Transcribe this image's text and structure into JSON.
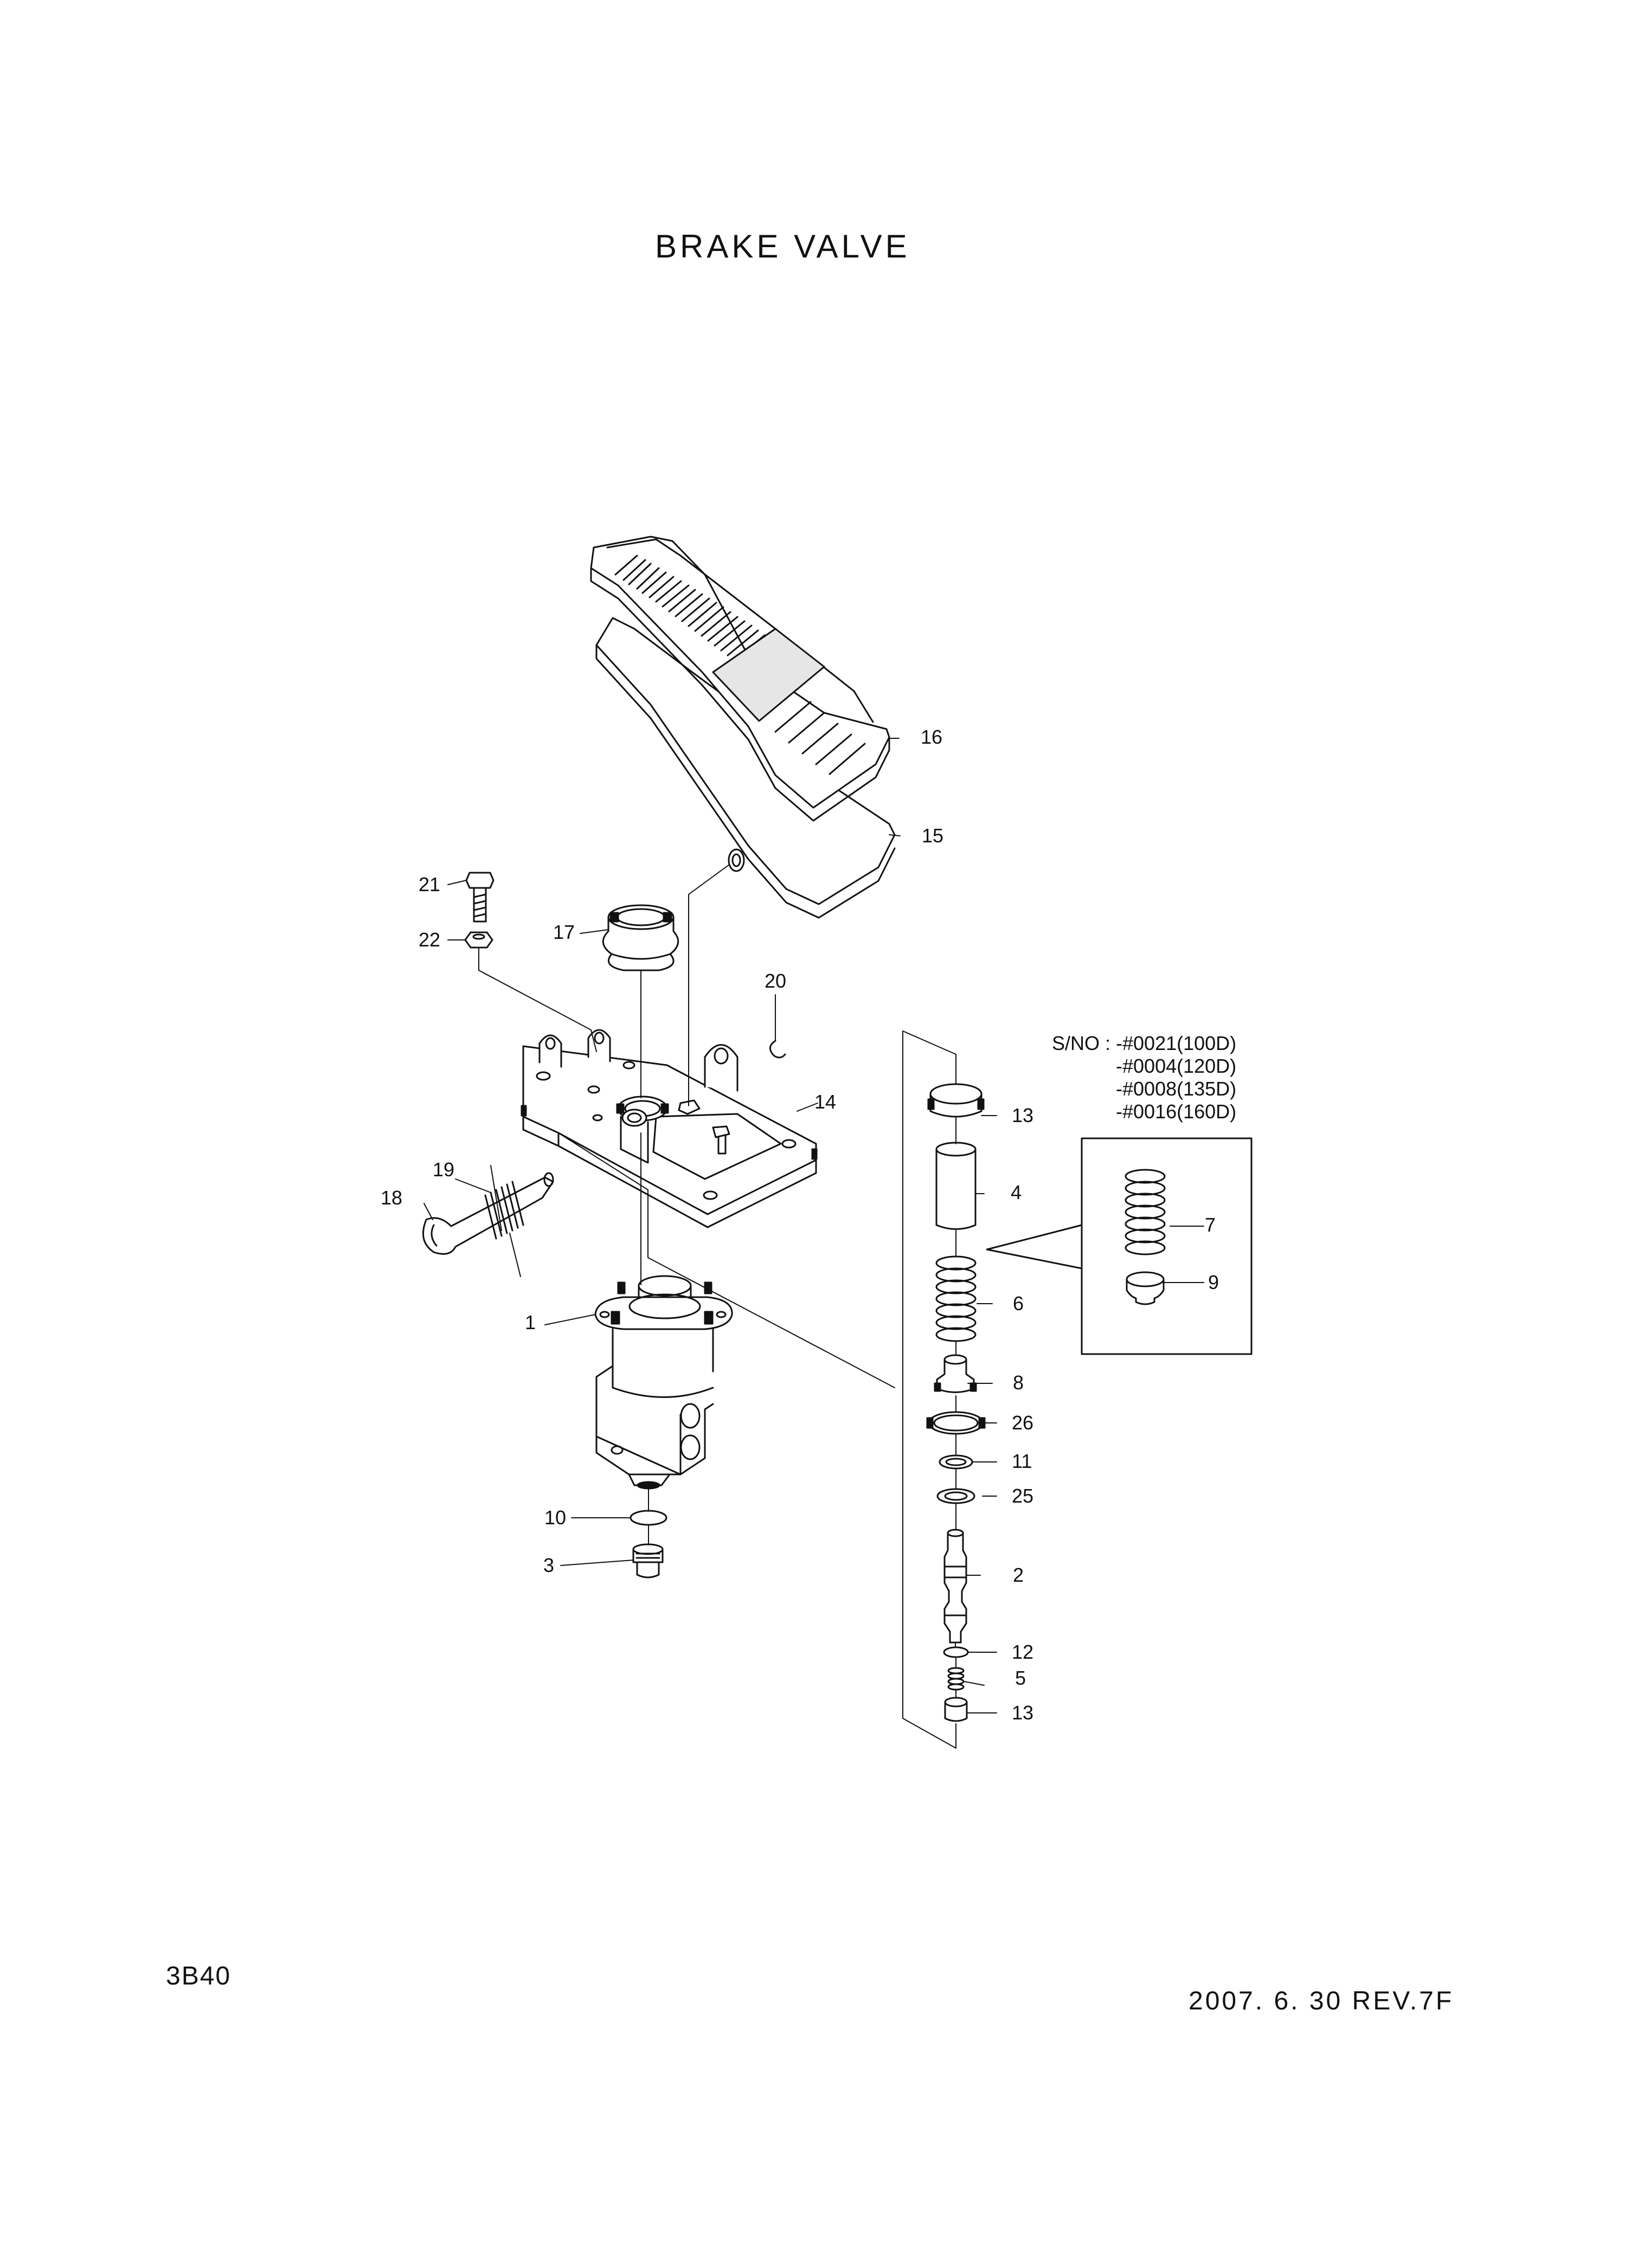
{
  "title": "BRAKE VALVE",
  "page_code": "3B40",
  "revision": "2007. 6. 30 REV.7F",
  "serial_note": {
    "lines": [
      "S/NO : -#0021(100D)",
      "-#0004(120D)",
      "-#0008(135D)",
      "-#0016(160D)"
    ]
  },
  "parts": [
    {
      "no": "1"
    },
    {
      "no": "2"
    },
    {
      "no": "3"
    },
    {
      "no": "4"
    },
    {
      "no": "5"
    },
    {
      "no": "6"
    },
    {
      "no": "7"
    },
    {
      "no": "8"
    },
    {
      "no": "9"
    },
    {
      "no": "10"
    },
    {
      "no": "11"
    },
    {
      "no": "12"
    },
    {
      "no": "13"
    },
    {
      "no": "13"
    },
    {
      "no": "14"
    },
    {
      "no": "15"
    },
    {
      "no": "16"
    },
    {
      "no": "17"
    },
    {
      "no": "18"
    },
    {
      "no": "19"
    },
    {
      "no": "20"
    },
    {
      "no": "21"
    },
    {
      "no": "22"
    },
    {
      "no": "25"
    },
    {
      "no": "26"
    }
  ]
}
